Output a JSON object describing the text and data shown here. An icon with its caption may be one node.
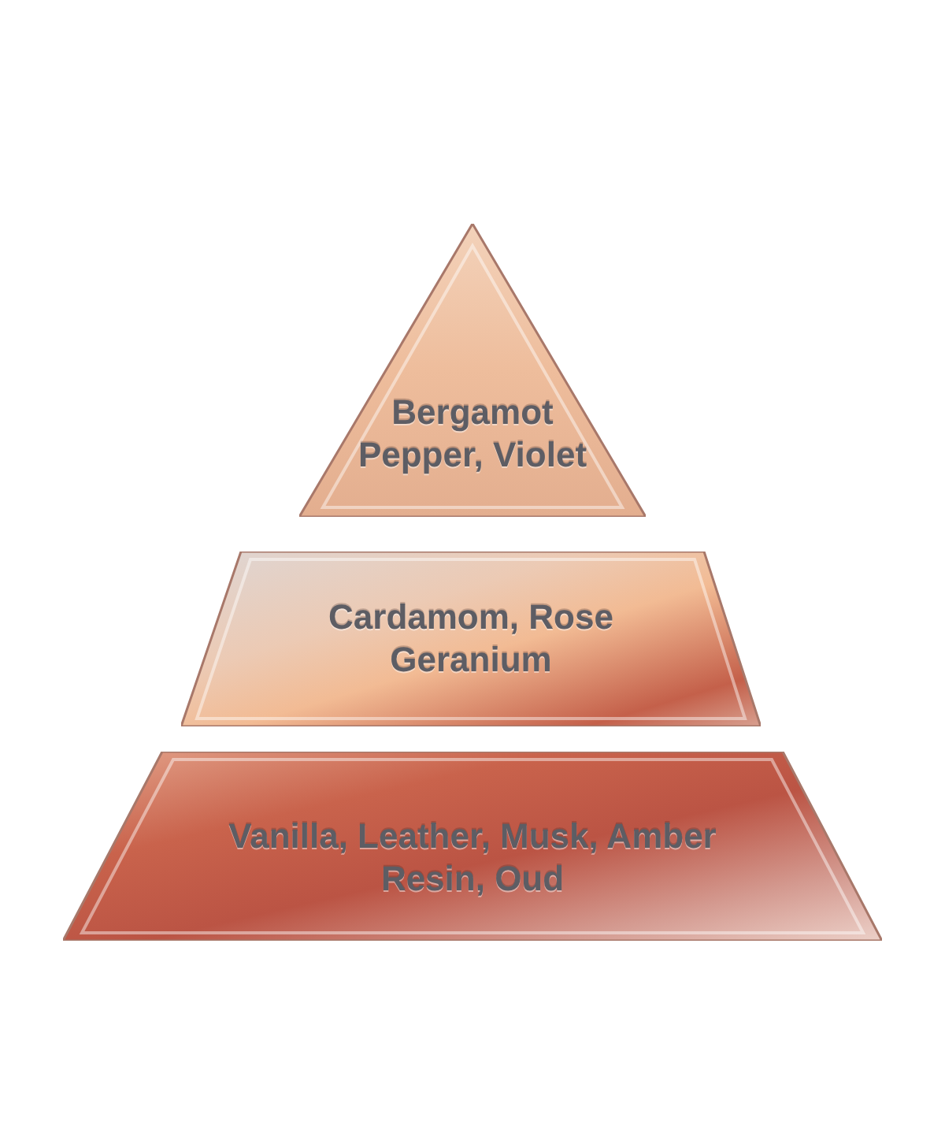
{
  "diagram": {
    "nodes": [
      {
        "text": [
          "Bergamot Pepper, Violet"
        ]
      },
      {
        "text": [
          "Cardamom, Rose Geranium"
        ]
      },
      {
        "text": [
          "Vanilla, Leather, Musk, Amber Resin, Oud"
        ]
      }
    ]
  }
}
